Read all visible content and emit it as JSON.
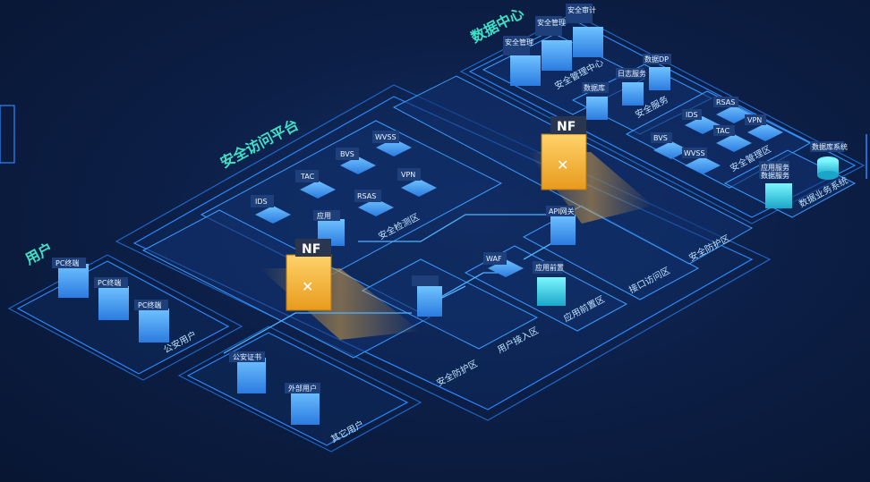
{
  "zones": {
    "users": "用户",
    "platform": "安全访问平台",
    "datacenter": "数据中心"
  },
  "areas": {
    "police_users": "公安用户",
    "other_users": "其它用户",
    "security_detection": "安全检测区",
    "security_protection_left": "安全防护区",
    "user_access": "用户接入区",
    "app_front": "应用前置区",
    "interface_access": "接口访问区",
    "security_protection_right": "安全防护区",
    "security_mgmt": "安全管理中心",
    "security_services": "安全服务",
    "security_zone": "安全管理区",
    "business_system": "数据业务系统"
  },
  "devices": {
    "pc1": "PC终端",
    "pc2": "PC终端",
    "pc3": "PC终端",
    "police_cert": "公安证书",
    "external_user": "外部用户",
    "ids": "IDS",
    "tac": "TAC",
    "bvs": "BVS",
    "wvss": "WVSS",
    "rsas": "RSAS",
    "vpn": "VPN",
    "access_gateway": "应用",
    "waf": "WAF",
    "app_front_box": "应用前置",
    "api_gw": "API网关",
    "mgmt1": "安全管理",
    "mgmt2": "安全管理",
    "mgmt3": "安全审计",
    "ds1": "数据库",
    "ds2": "日志服务",
    "ds3": "数据DP",
    "dc_ids": "IDS",
    "dc_rsas": "RSAS",
    "dc_bvs": "BVS",
    "dc_tac": "TAC",
    "dc_wvss": "WVSS",
    "dc_vpn": "VPN",
    "biz1": "应用服务",
    "biz2": "数据服务",
    "biz3": "数据库系统"
  },
  "firewalls": {
    "fw1": "NF",
    "fw2": "NF"
  }
}
